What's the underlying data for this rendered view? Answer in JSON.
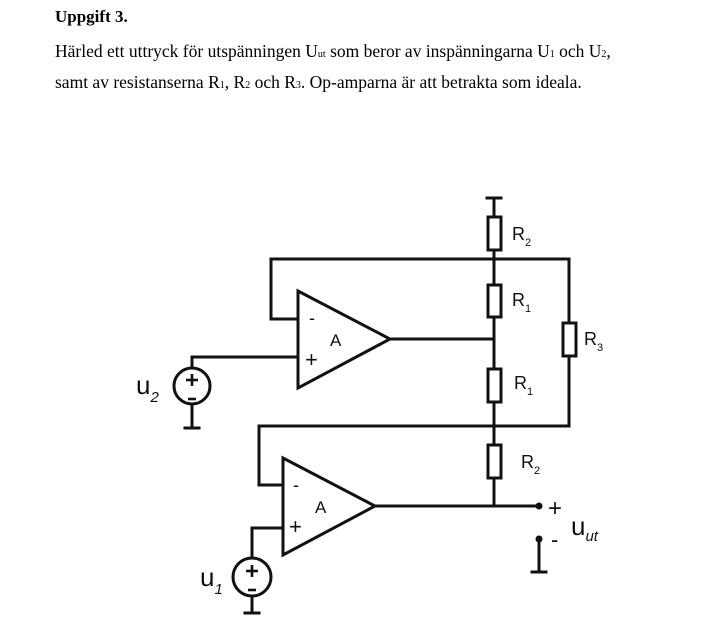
{
  "heading": "Uppgift 3.",
  "paragraph": {
    "line1": {
      "p1": "Härled ett uttryck för utspänningen U",
      "s1": "ut",
      "p2": " som beror av inspänningarna U",
      "s2": "1",
      "p3": " och U",
      "s3": "2",
      "p4": ","
    },
    "line2": {
      "p1": "samt av resistanserna R",
      "s1": "1",
      "p2": ", R",
      "s2": "2",
      "p3": " och R",
      "s3": "3",
      "p4": ". Op-amparna är att betrakta som ideala."
    }
  },
  "circuit": {
    "opamp_label": "A",
    "minus_sign": "-",
    "plus_sign": "+",
    "resistors": {
      "r2_top": {
        "name": "R",
        "sub": "2"
      },
      "r1_upper": {
        "name": "R",
        "sub": "1"
      },
      "r1_lower": {
        "name": "R",
        "sub": "1"
      },
      "r2_bottom": {
        "name": "R",
        "sub": "2"
      },
      "r3": {
        "name": "R",
        "sub": "3"
      }
    },
    "sources": {
      "u2": {
        "name": "u",
        "sub": "2"
      },
      "u1": {
        "name": "u",
        "sub": "1"
      }
    },
    "output": {
      "name": "u",
      "sub": "ut",
      "plus": "+",
      "minus": "-"
    }
  }
}
